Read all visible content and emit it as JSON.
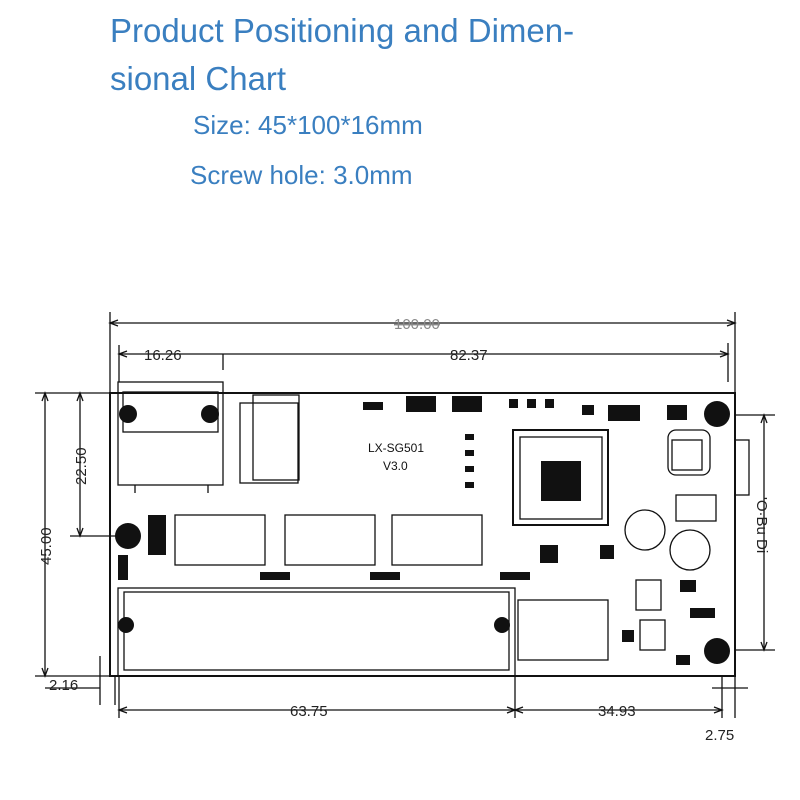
{
  "header": {
    "title_line1": "Product Positioning and Dimen-",
    "title_line2": "sional Chart",
    "size_text": "Size: 45*100*16mm",
    "screw_text": "Screw hole: 3.0mm"
  },
  "board": {
    "model": "LX-SG501",
    "version": "V3.0"
  },
  "dimensions": {
    "overall_width": "100.00",
    "top_left": "16.26",
    "top_right": "82.37",
    "height_upper": "22.50",
    "height_total": "45.00",
    "bottom_left_offset": "2.16",
    "bottom_left": "63.75",
    "bottom_right": "34.93",
    "bottom_right_offset": "2.75",
    "right_side": "'O·Bu Di"
  },
  "colors": {
    "title": "#3a7fc0",
    "line": "#111111"
  }
}
